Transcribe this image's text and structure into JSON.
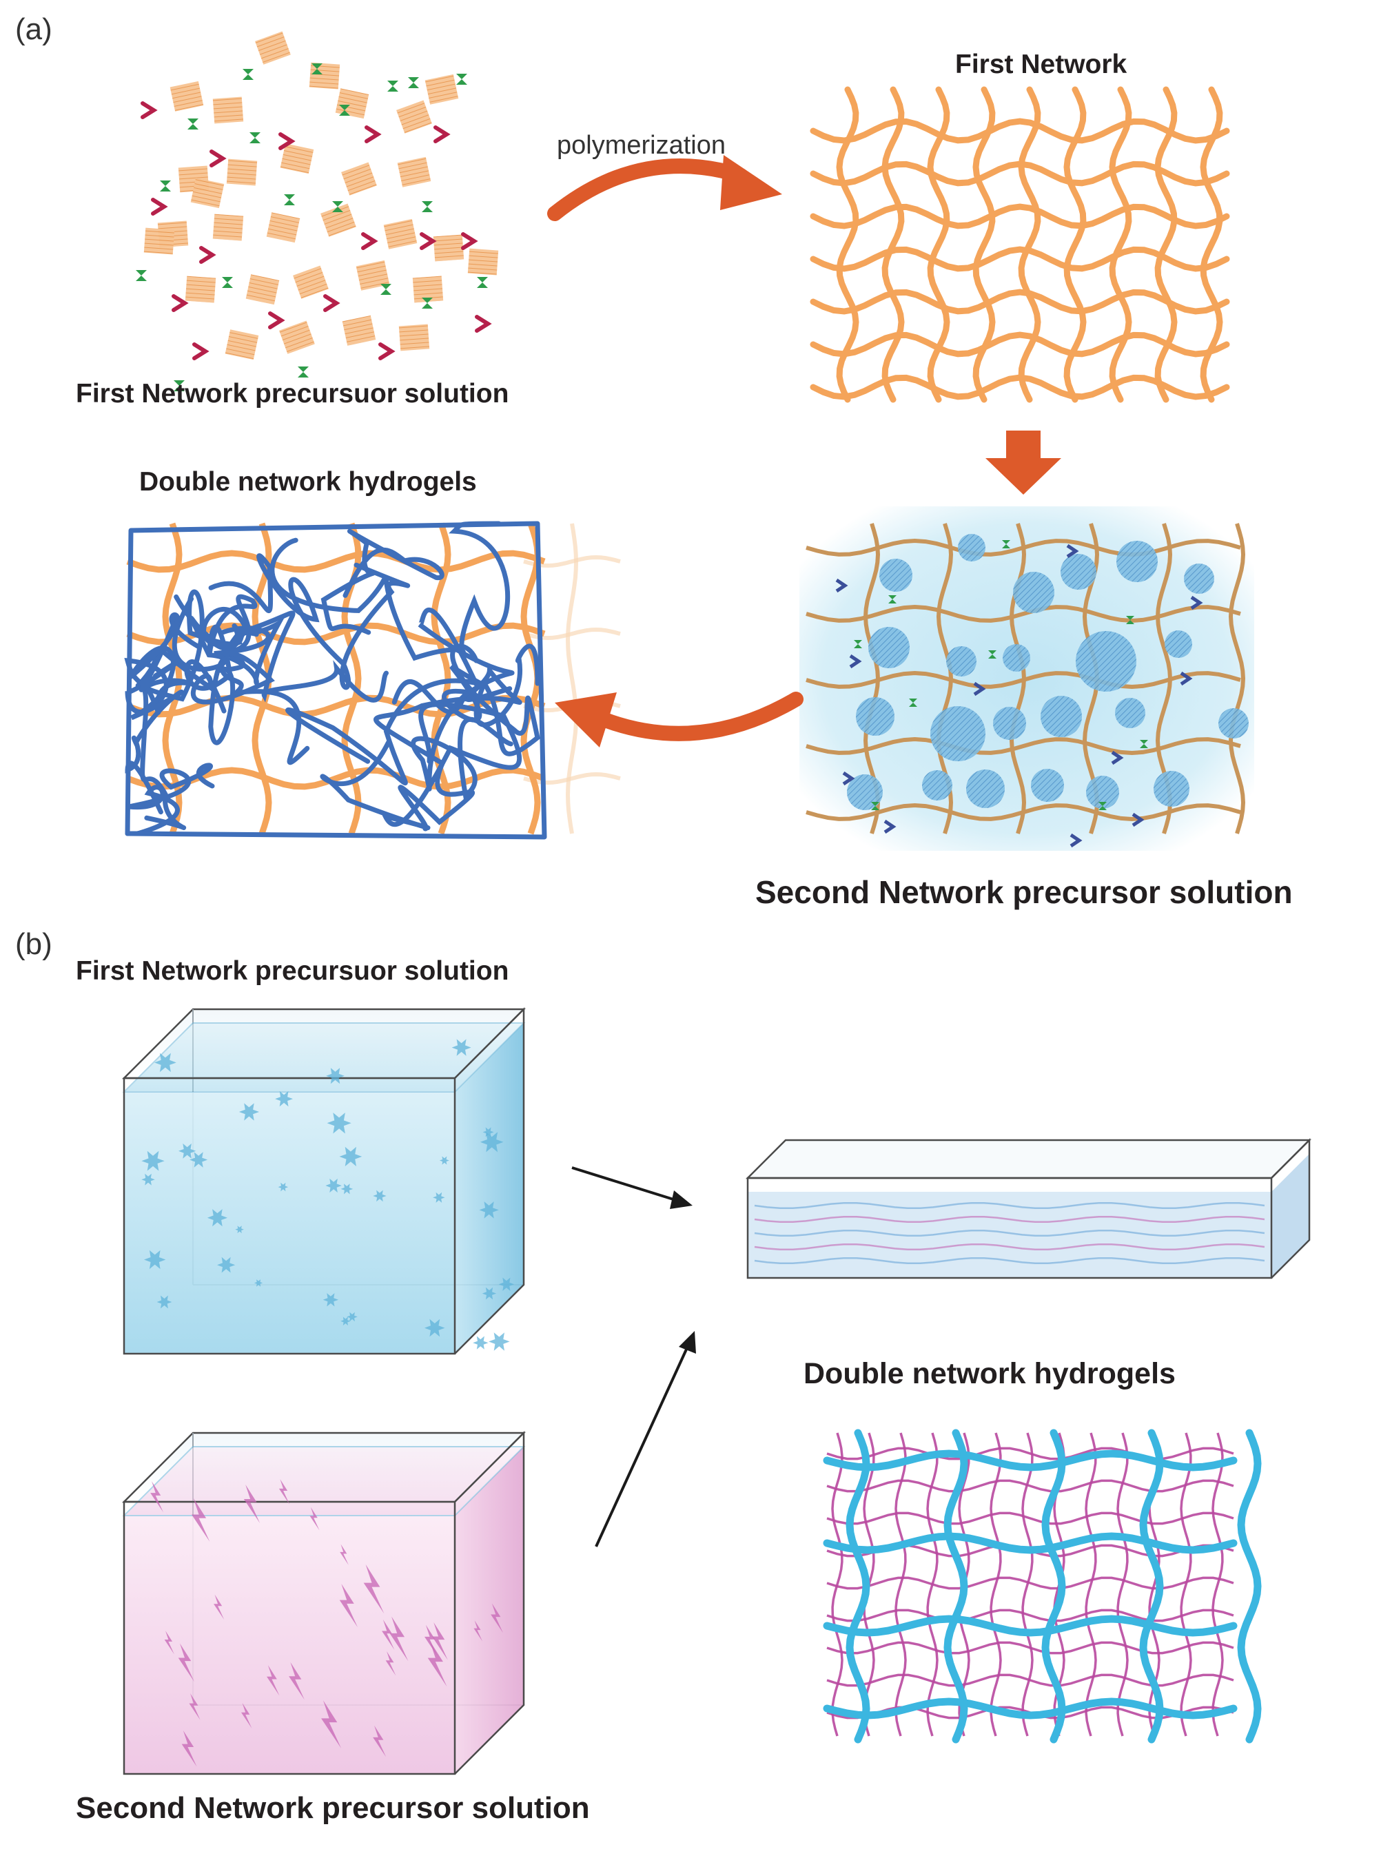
{
  "panels": {
    "a": {
      "label": "(a)",
      "precursor1_label": "First Network precursuor solution",
      "first_network_label": "First Network",
      "arrow_label": "polymerization",
      "dn_label": "Double network hydrogels",
      "precursor2_label": "Second Network precursor solution"
    },
    "b": {
      "label": "(b)",
      "precursor1_label": "First Network precursuor solution",
      "precursor2_label": "Second Network precursor solution",
      "dn_label": "Double network hydrogels"
    }
  },
  "colors": {
    "orange_strand": "#f4a45a",
    "arrow": "#dd5a2a",
    "blue_strand": "#3f6fba",
    "cyan_strand": "#3bb6e0",
    "magenta_strand": "#b8489e",
    "monomer_red": "#b5204a",
    "crosslinker_green": "#2e9c4a",
    "water_blue": "#a9dcef",
    "pink_fill": "#e9b8dc"
  }
}
